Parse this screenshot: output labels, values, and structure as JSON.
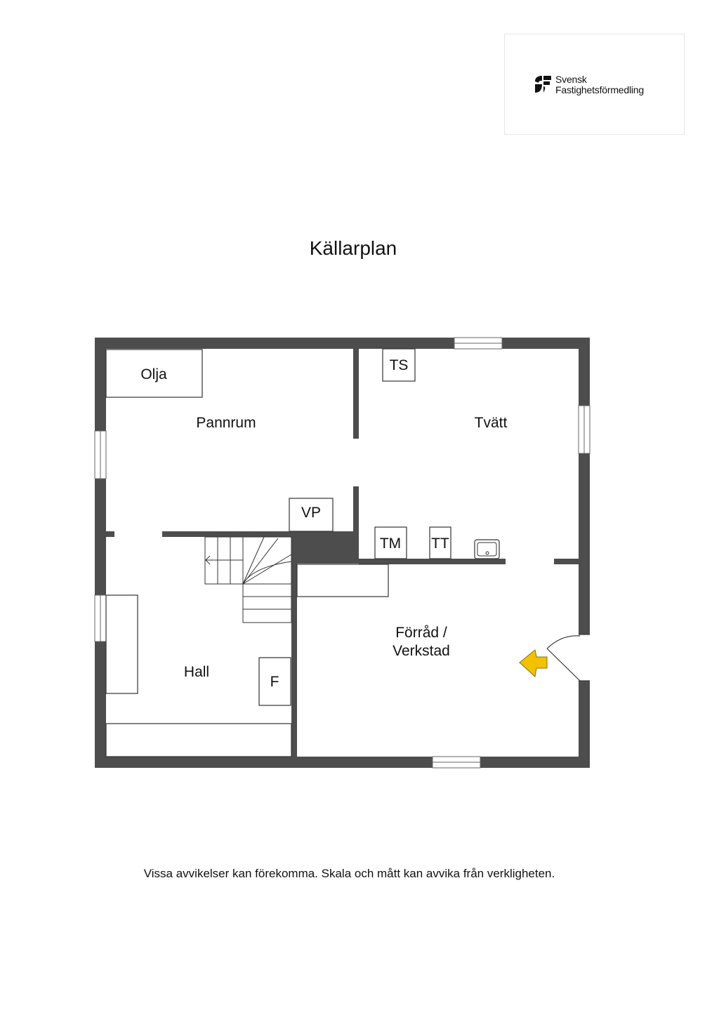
{
  "brand": {
    "line1": "Svensk",
    "line2": "Fastighetsförmedling",
    "accent": "#f2c200"
  },
  "title": "Källarplan",
  "rooms": {
    "olja": "Olja",
    "pannrum": "Pannrum",
    "ts": "TS",
    "tvatt": "Tvätt",
    "vp": "VP",
    "tm": "TM",
    "tt": "TT",
    "forrad_line1": "Förråd /",
    "forrad_line2": "Verkstad",
    "hall": "Hall",
    "f": "F"
  },
  "disclaimer": "Vissa avvikelser kan förekomma. Skala och mått kan avvika från verkligheten.",
  "colors": {
    "wall": "#4d4d4d",
    "entrance_arrow": "#f2c200"
  }
}
